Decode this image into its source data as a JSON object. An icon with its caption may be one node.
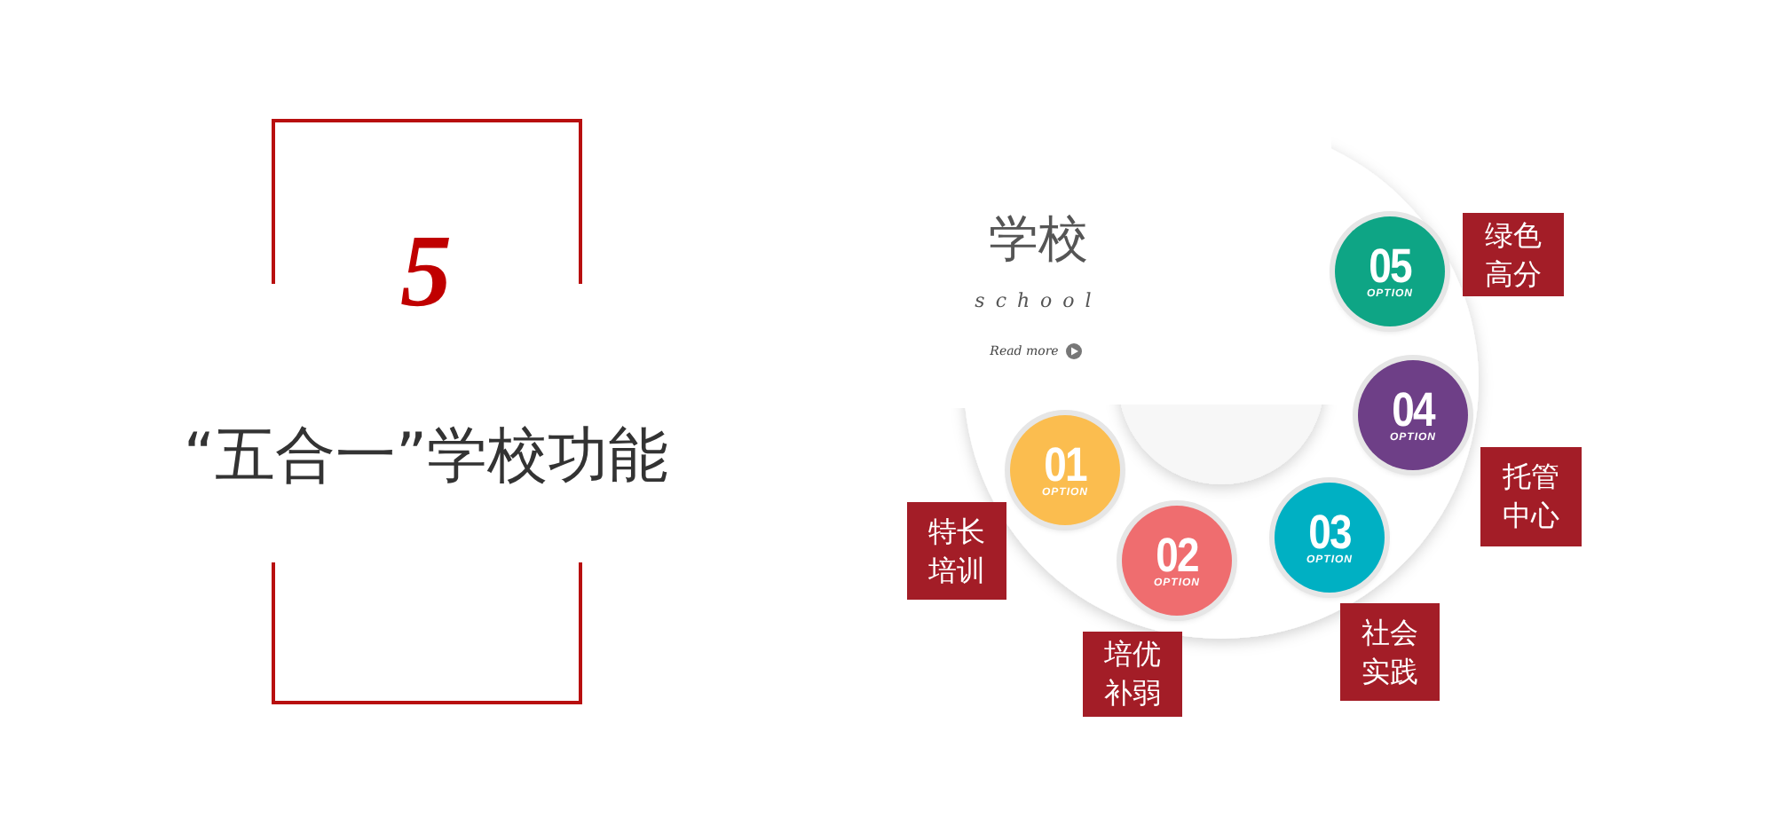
{
  "diagram": {
    "title": "“五合一”学校功能",
    "nodes": [
      {
        "text": [
          "01",
          "OPTION"
        ]
      },
      {
        "text": [
          "02",
          "OPTION"
        ]
      },
      {
        "text": [
          "03",
          "OPTION"
        ]
      },
      {
        "text": [
          "04",
          "OPTION"
        ]
      },
      {
        "text": [
          "05",
          "OPTION"
        ]
      },
      {
        "text": [
          "特长培训"
        ]
      },
      {
        "text": [
          "培优补弱"
        ]
      },
      {
        "text": [
          "社会实践"
        ]
      },
      {
        "text": [
          "托管中心"
        ]
      },
      {
        "text": [
          "绿色高分"
        ]
      }
    ],
    "edges": [],
    "labels": [
      "5",
      "学校",
      "school",
      "Read more"
    ]
  }
}
